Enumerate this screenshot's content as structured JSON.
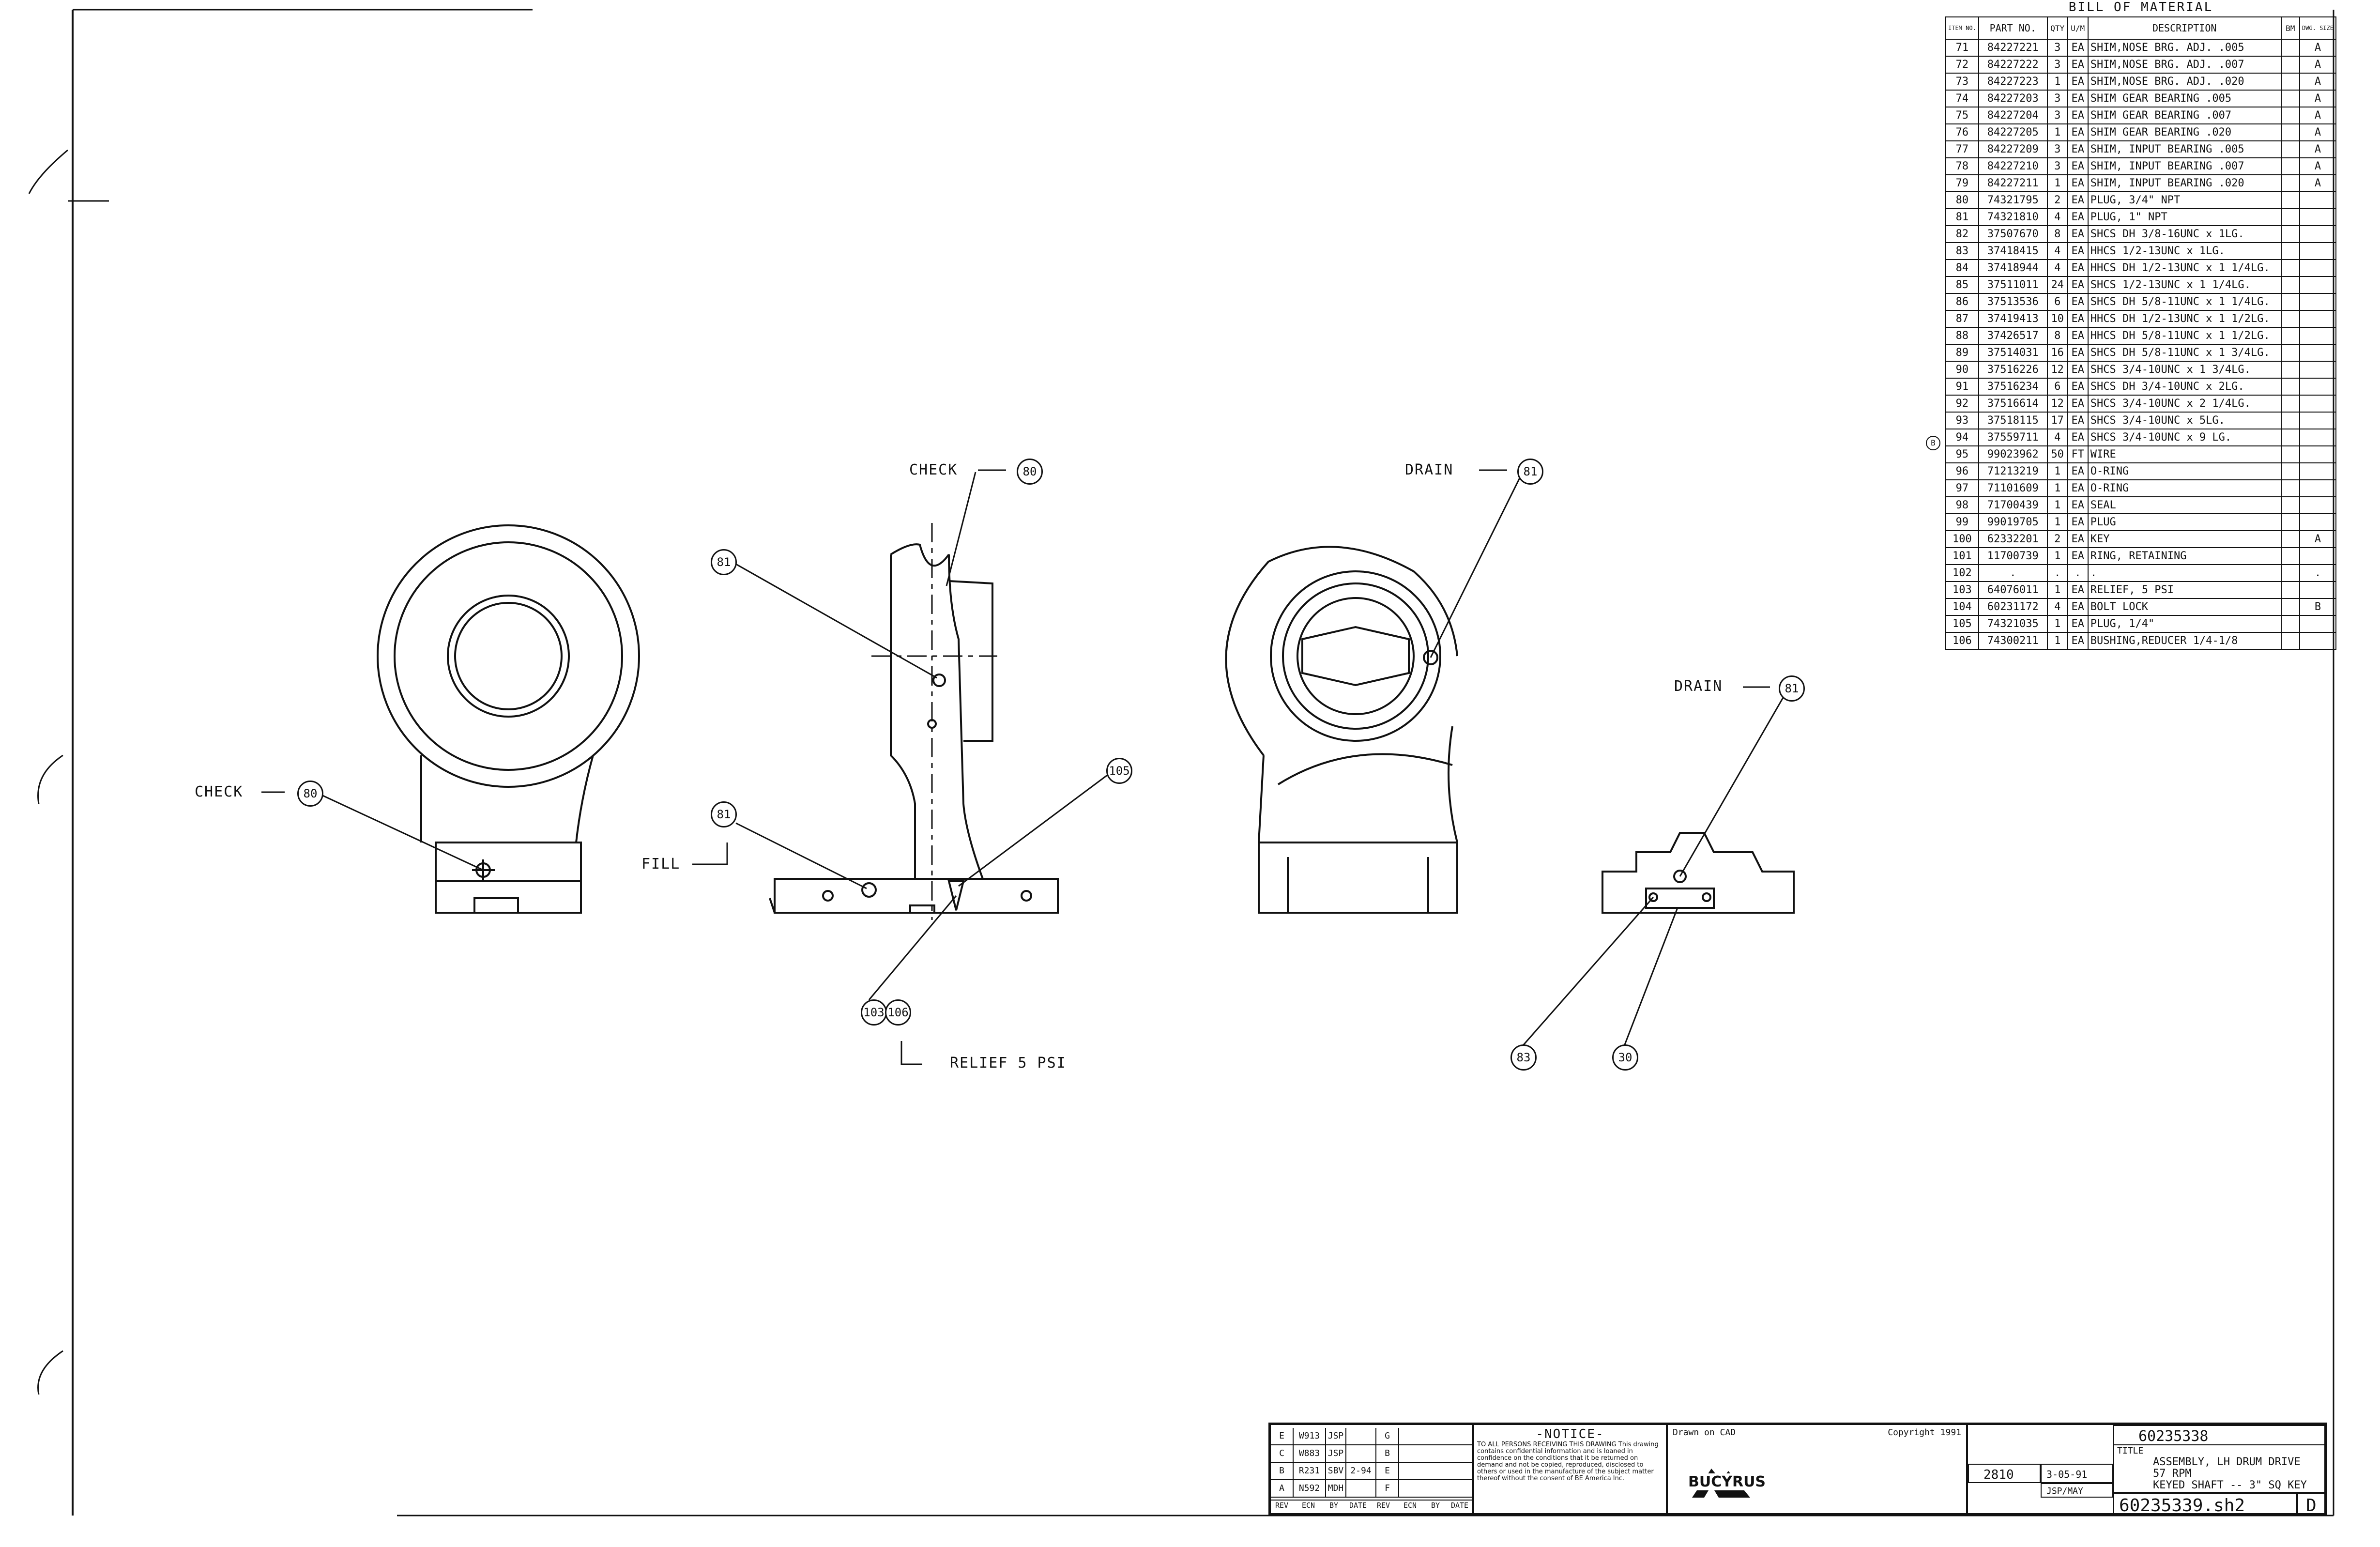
{
  "labels": {
    "check": "CHECK",
    "drain": "DRAIN",
    "fill": "FILL",
    "relief": "RELIEF 5 PSI"
  },
  "balloons": {
    "b80": "80",
    "b81": "81",
    "b103": "103",
    "b106": "106",
    "b105": "105",
    "b83": "83",
    "b30": "30"
  },
  "bom": {
    "title": "BILL OF MATERIAL",
    "headers": [
      "ITEM NO.",
      "PART NO.",
      "QTY",
      "U/M",
      "DESCRIPTION",
      "BM",
      "DWG. SIZE"
    ],
    "flag": "B",
    "rows": [
      [
        "71",
        "84227221",
        "3",
        "EA",
        "SHIM,NOSE BRG. ADJ. .005",
        "",
        "A"
      ],
      [
        "72",
        "84227222",
        "3",
        "EA",
        "SHIM,NOSE BRG. ADJ. .007",
        "",
        "A"
      ],
      [
        "73",
        "84227223",
        "1",
        "EA",
        "SHIM,NOSE BRG. ADJ. .020",
        "",
        "A"
      ],
      [
        "74",
        "84227203",
        "3",
        "EA",
        "SHIM GEAR BEARING .005",
        "",
        "A"
      ],
      [
        "75",
        "84227204",
        "3",
        "EA",
        "SHIM GEAR BEARING .007",
        "",
        "A"
      ],
      [
        "76",
        "84227205",
        "1",
        "EA",
        "SHIM GEAR BEARING .020",
        "",
        "A"
      ],
      [
        "77",
        "84227209",
        "3",
        "EA",
        "SHIM, INPUT BEARING .005",
        "",
        "A"
      ],
      [
        "78",
        "84227210",
        "3",
        "EA",
        "SHIM, INPUT BEARING .007",
        "",
        "A"
      ],
      [
        "79",
        "84227211",
        "1",
        "EA",
        "SHIM, INPUT BEARING .020",
        "",
        "A"
      ],
      [
        "80",
        "74321795",
        "2",
        "EA",
        "PLUG, 3/4\" NPT",
        "",
        ""
      ],
      [
        "81",
        "74321810",
        "4",
        "EA",
        "PLUG, 1\" NPT",
        "",
        ""
      ],
      [
        "82",
        "37507670",
        "8",
        "EA",
        "SHCS DH 3/8-16UNC x 1LG.",
        "",
        ""
      ],
      [
        "83",
        "37418415",
        "4",
        "EA",
        "HHCS 1/2-13UNC x 1LG.",
        "",
        ""
      ],
      [
        "84",
        "37418944",
        "4",
        "EA",
        "HHCS DH 1/2-13UNC x 1 1/4LG.",
        "",
        ""
      ],
      [
        "85",
        "37511011",
        "24",
        "EA",
        "SHCS 1/2-13UNC x 1 1/4LG.",
        "",
        ""
      ],
      [
        "86",
        "37513536",
        "6",
        "EA",
        "SHCS DH 5/8-11UNC x 1 1/4LG.",
        "",
        ""
      ],
      [
        "87",
        "37419413",
        "10",
        "EA",
        "HHCS DH 1/2-13UNC x 1 1/2LG.",
        "",
        ""
      ],
      [
        "88",
        "37426517",
        "8",
        "EA",
        "HHCS DH 5/8-11UNC x 1 1/2LG.",
        "",
        ""
      ],
      [
        "89",
        "37514031",
        "16",
        "EA",
        "SHCS DH 5/8-11UNC x 1 3/4LG.",
        "",
        ""
      ],
      [
        "90",
        "37516226",
        "12",
        "EA",
        "SHCS 3/4-10UNC x 1 3/4LG.",
        "",
        ""
      ],
      [
        "91",
        "37516234",
        "6",
        "EA",
        "SHCS DH 3/4-10UNC x 2LG.",
        "",
        ""
      ],
      [
        "92",
        "37516614",
        "12",
        "EA",
        "SHCS 3/4-10UNC x 2 1/4LG.",
        "",
        ""
      ],
      [
        "93",
        "37518115",
        "17",
        "EA",
        "SHCS 3/4-10UNC x 5LG.",
        "",
        ""
      ],
      [
        "94",
        "37559711",
        "4",
        "EA",
        "SHCS 3/4-10UNC x 9 LG.",
        "",
        ""
      ],
      [
        "95",
        "99023962",
        "50",
        "FT",
        "WIRE",
        "",
        ""
      ],
      [
        "96",
        "71213219",
        "1",
        "EA",
        "O-RING",
        "",
        ""
      ],
      [
        "97",
        "71101609",
        "1",
        "EA",
        "O-RING",
        "",
        ""
      ],
      [
        "98",
        "71700439",
        "1",
        "EA",
        "SEAL",
        "",
        ""
      ],
      [
        "99",
        "99019705",
        "1",
        "EA",
        "PLUG",
        "",
        ""
      ],
      [
        "100",
        "62332201",
        "2",
        "EA",
        "KEY",
        "",
        "A"
      ],
      [
        "101",
        "11700739",
        "1",
        "EA",
        "RING, RETAINING",
        "",
        ""
      ],
      [
        "102",
        ".",
        ".",
        ".",
        ".",
        "",
        "."
      ],
      [
        "103",
        "64076011",
        "1",
        "EA",
        "RELIEF, 5 PSI",
        "",
        ""
      ],
      [
        "104",
        "60231172",
        "4",
        "EA",
        "BOLT LOCK",
        "",
        "B"
      ],
      [
        "105",
        "74321035",
        "1",
        "EA",
        "PLUG, 1/4\"",
        "",
        ""
      ],
      [
        "106",
        "74300211",
        "1",
        "EA",
        "BUSHING,REDUCER 1/4-1/8",
        "",
        ""
      ]
    ]
  },
  "titleblock": {
    "notice_title": "-NOTICE-",
    "notice_body": "TO ALL PERSONS RECEIVING THIS DRAWING This drawing contains confidential information and is loaned in confidence on the conditions that it be returned on demand and not be copied, reproduced, disclosed to others or used in the manufacture of the subject matter thereof without the consent of BE America Inc.",
    "drawn": "Drawn on CAD",
    "copyright": "Copyright 1991",
    "logo": "BUCYRUS",
    "ident_no": "60235338",
    "title_label": "TITLE",
    "title_lines": [
      "ASSEMBLY, LH DRUM DRIVE",
      "57 RPM",
      "KEYED SHAFT -- 3\" SQ KEY"
    ],
    "model": "2810",
    "date": "3-05-91",
    "drawn_by": "JSP/MAY",
    "dwg_no": "60235339.sh2",
    "dwg_size": "D",
    "rev_rows": [
      [
        "E",
        "W913",
        "JSP",
        "",
        "G"
      ],
      [
        "C",
        "W883",
        "JSP",
        "",
        "B"
      ],
      [
        "B",
        "R231",
        "SBV",
        "2-94",
        "E"
      ],
      [
        "A",
        "N592",
        "MDH",
        "",
        "F"
      ]
    ],
    "rev_header": [
      "REV",
      "ECN",
      "BY",
      "DATE",
      "REV",
      "ECN",
      "BY",
      "DATE"
    ]
  }
}
